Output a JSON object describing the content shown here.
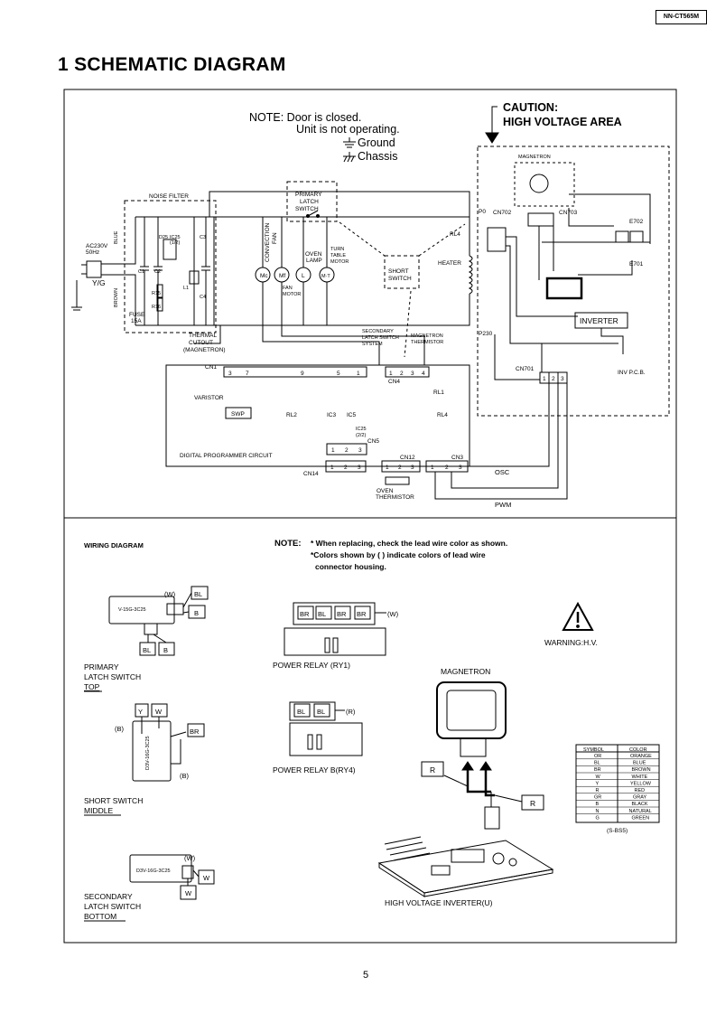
{
  "header": {
    "model": "NN-CT565M",
    "title": "1   SCHEMATIC DIAGRAM",
    "page": "5"
  },
  "schematic": {
    "note": [
      "NOTE:  Door is closed.",
      "Unit is not operating.",
      "Ground",
      "Chassis"
    ],
    "caution": [
      "CAUTION:",
      "HIGH VOLTAGE AREA"
    ],
    "noise_filter": "NOISE FILTER",
    "ac": [
      "AC230V",
      "50Hz",
      "Y/G"
    ],
    "wire_colors": [
      "BLUE",
      "BROWN"
    ],
    "fuse": [
      "FUSE",
      "15A"
    ],
    "components": {
      "c1": "C1",
      "c2": "C2",
      "c3": "C3",
      "c4": "C4",
      "l1": "L1",
      "r15": "R15",
      "r16": "R16",
      "d25": "D25",
      "ic25": "IC25",
      "ic25_sub": "(1/2)",
      "ic25b": "IC25",
      "ic25b_sub": "(2/2)"
    },
    "primary_latch": [
      "PRIMARY",
      "LATCH",
      "SWITCH"
    ],
    "loads": {
      "convection_fan": [
        "CONVECTION",
        "FAN"
      ],
      "oven_lamp": [
        "OVEN",
        "LAMP"
      ],
      "turntable_motor": [
        "TURN",
        "TABLE",
        "MOTOR"
      ],
      "fan_motor": [
        "FAN",
        "MOTOR"
      ],
      "mc": "Mc",
      "mf": "Mf",
      "l": "L",
      "mt": "M·T"
    },
    "short_switch": [
      "SHORT",
      "SWITCH"
    ],
    "thermal_cutout": [
      "THERMAL",
      "CUTOUT",
      "(MAGNETRON)"
    ],
    "secondary_latch": [
      "SECONDARY",
      "LATCH SWITCH",
      "SYSTEM"
    ],
    "magnetron_thermistor": [
      "MAGNETRON",
      "THERMISTOR"
    ],
    "connectors": {
      "cn1": "CN1",
      "cn1_pins": [
        "3",
        "7",
        "9",
        "5",
        "1"
      ],
      "cn4": "CN4",
      "cn4_pins": [
        "1",
        "2",
        "3",
        "4"
      ],
      "cn5": "CN5",
      "cn5_pins": [
        "1",
        "2",
        "3"
      ],
      "cn12": "CN12",
      "cn12_pins": [
        "1",
        "2",
        "3"
      ],
      "cn3": "CN3",
      "cn3_pins": [
        "1",
        "2",
        "3"
      ],
      "cn14": "CN14",
      "cn14_pins": [
        "1",
        "2",
        "3"
      ],
      "cn701": "CN701",
      "cn701_pins": [
        "1",
        "2",
        "3"
      ],
      "cn702": "CN702",
      "cn703": "CN703",
      "p0": "P0",
      "p230": "P230"
    },
    "relays": {
      "rl1": "RL1",
      "rl2": "RL2",
      "rl4": "RL4",
      "rl4b": "RL4"
    },
    "ics": {
      "ic3": "IC3",
      "ic5": "IC5"
    },
    "varistor": "VARISTOR",
    "swp": "SWP",
    "dpc": "DIGITAL PROGRAMMER CIRCUIT",
    "oven_thermistor": [
      "OVEN",
      "THERMISTOR"
    ],
    "heater": "HEATER",
    "magnetron": "MAGNETRON",
    "e702": "E702",
    "e701": "E701",
    "inverter": "INVERTER",
    "inv_pcb": "INV P.C.B.",
    "osc": "OSC",
    "pwm": "PWM"
  },
  "wiring": {
    "title": "WIRING DIAGRAM",
    "note_label": "NOTE:",
    "note_lines": [
      "* When replacing, check the lead wire color as shown.",
      "*Colors shown by ( ) indicate colors of lead wire",
      "connector housing."
    ],
    "primary": {
      "model": "V-15G-3C25",
      "w": "(W)",
      "bl": "BL",
      "b": "B",
      "bl2": "BL",
      "b2": "B",
      "label": [
        "PRIMARY",
        "LATCH SWITCH",
        "TOP"
      ]
    },
    "short": {
      "model": "D3V-16G-3C25",
      "y": "Y",
      "w": "W",
      "b": "(B)",
      "br": "BR",
      "b2": "(B)",
      "label": [
        "SHORT SWITCH",
        "MIDDLE"
      ]
    },
    "secondary": {
      "model": "D3V-16G-3C25",
      "w": "(W)",
      "w2": "W",
      "w3": "W",
      "label": [
        "SECONDARY",
        "LATCH SWITCH",
        "BOTTOM"
      ]
    },
    "relay1": {
      "pins": [
        "BR",
        "BL",
        "BR",
        "BR"
      ],
      "housing": "(W)",
      "label": "POWER RELAY (RY1)"
    },
    "relay4": {
      "pins": [
        "BL",
        "BL"
      ],
      "housing": "(R)",
      "label": "POWER RELAY B(RY4)"
    },
    "warning": "WARNING:H.V.",
    "magnetron": {
      "title": "MAGNETRON",
      "r1": "R",
      "r2": "R"
    },
    "inverter_label": "HIGH VOLTAGE INVERTER(U)",
    "color_table": {
      "headers": [
        "SYMBOL",
        "COLOR"
      ],
      "rows": [
        [
          "OR",
          "ORANGE"
        ],
        [
          "BL",
          "BLUE"
        ],
        [
          "BR",
          "BROWN"
        ],
        [
          "W",
          "WHITE"
        ],
        [
          "Y",
          "YELLOW"
        ],
        [
          "R",
          "RED"
        ],
        [
          "GR",
          "GRAY"
        ],
        [
          "B",
          "BLACK"
        ],
        [
          "N",
          "NATURAL"
        ],
        [
          "G",
          "GREEN"
        ]
      ],
      "code": "(S-BS5)"
    }
  }
}
